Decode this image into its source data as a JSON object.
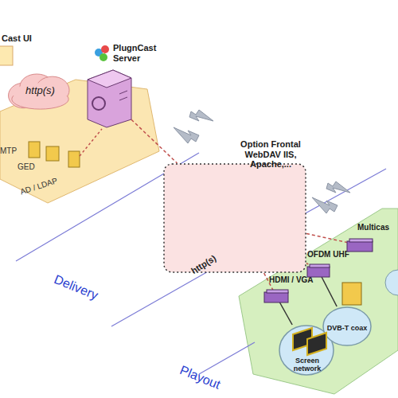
{
  "diagram": {
    "nodes": [
      {
        "text": [
          "Cast UI"
        ]
      },
      {
        "text": [
          "http(s)"
        ]
      },
      {
        "text": [
          "PlugnCast Server"
        ]
      },
      {
        "text": [
          "Option Frontal WebDAV IIS, Apache,..."
        ]
      },
      {
        "text": [
          "HDMI / VGA"
        ]
      },
      {
        "text": [
          "OFDM UHF"
        ]
      },
      {
        "text": [
          "Multicas"
        ]
      },
      {
        "text": [
          "Screen network"
        ]
      },
      {
        "text": [
          "DVB-T coax"
        ]
      }
    ],
    "edges": [
      {
        "from": 2,
        "to": 3,
        "arrow": "none"
      },
      {
        "from": 3,
        "to": 4,
        "arrow": "none"
      },
      {
        "from": 3,
        "to": 5,
        "arrow": "none"
      },
      {
        "from": 3,
        "to": 6,
        "arrow": "none"
      },
      {
        "from": 4,
        "to": 7,
        "arrow": "none"
      },
      {
        "from": 5,
        "to": 8,
        "arrow": "none"
      }
    ],
    "labels": [
      "MTP",
      "GED",
      "AD / LDAP",
      "Delivery",
      "http(s)",
      "Playout"
    ]
  }
}
